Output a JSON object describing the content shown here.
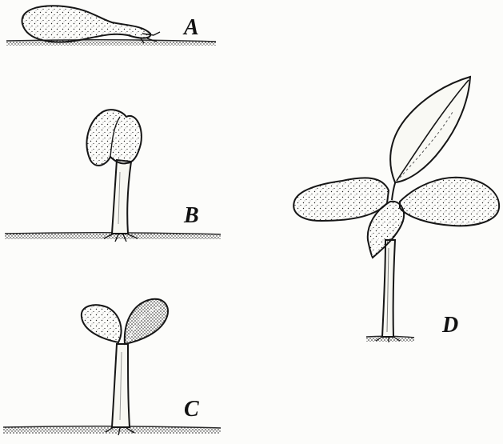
{
  "labels": {
    "a": "A",
    "b": "B",
    "c": "C",
    "d": "D"
  },
  "colors": {
    "ink": "#161616",
    "soil": "#3a3a3a",
    "paper": "#fcfcfa",
    "shade": "#d9d9d2"
  }
}
